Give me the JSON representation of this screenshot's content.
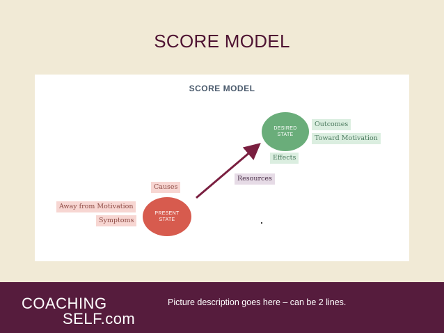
{
  "slide": {
    "title": "SCORE MODEL"
  },
  "diagram": {
    "title": "SCORE MODEL",
    "desired_state": "DESIRED STATE",
    "present_state": "PRESENT STATE",
    "outcomes": "Outcomes",
    "toward_motivation": "Toward Motivation",
    "effects": "Effects",
    "resources": "Resources",
    "causes": "Causes",
    "away_from_motivation": "Away from Motivation",
    "symptoms": "Symptoms"
  },
  "footer": {
    "logo_line1": "COACHING",
    "logo_line2": "SELF.com",
    "caption": "Picture description goes here – can be 2 lines."
  },
  "colors": {
    "background": "#f1ead6",
    "title": "#4e1332",
    "footer_bar": "#561c3d",
    "desired_circle": "#6aad7a",
    "present_circle": "#d75b4e",
    "arrow": "#7a1f40"
  }
}
